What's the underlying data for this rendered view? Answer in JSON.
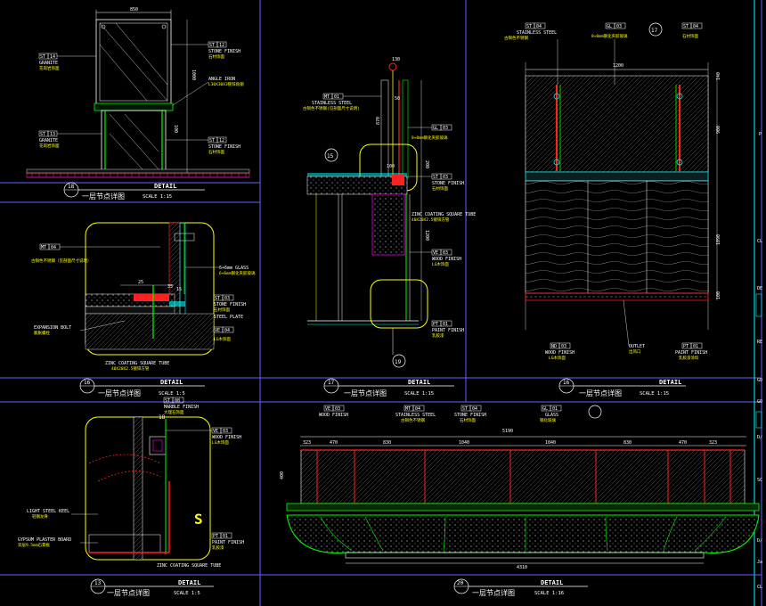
{
  "panels": {
    "p1": {
      "number": "18",
      "detail": "DETAIL",
      "title": "一层节点详图",
      "scale": "SCALE 1:15"
    },
    "p2": {
      "number": "16",
      "detail": "DETAIL",
      "title": "一层节点详图",
      "scale": "SCALE 1:5"
    },
    "p3": {
      "number": "17",
      "detail": "DETAIL",
      "title": "一层节点详图",
      "scale": "SCALE 1:15"
    },
    "p4": {
      "number": "16",
      "detail": "DETAIL",
      "title": "一层节点详图",
      "scale": "SCALE 1:15"
    },
    "p5": {
      "number": "13",
      "detail": "DETAIL",
      "title": "一层节点详图",
      "scale": "SCALE 1:5"
    },
    "p6": {
      "number": "20",
      "detail": "DETAIL",
      "title": "一层节点详图",
      "scale": "SCALE 1:16"
    }
  },
  "tags": {
    "st14": {
      "code": "ST",
      "num": "14",
      "en": "GRANITE",
      "cn": "花岗岩饰面"
    },
    "st12a": {
      "code": "ST",
      "num": "12",
      "en": "STONE FINISH",
      "cn": "石材饰面"
    },
    "st13": {
      "code": "ST",
      "num": "13",
      "en": "GRANITE",
      "cn": "花岗岩饰面"
    },
    "st12b": {
      "code": "ST",
      "num": "12",
      "en": "STONE FINISH",
      "cn": "石材饰面"
    },
    "mt04a": {
      "code": "MT",
      "num": "04",
      "en": "",
      "cn": "古铜色不锈钢（见剖面尺寸说明）"
    },
    "st03a": {
      "code": "ST",
      "num": "03",
      "en": "STONE FINISH",
      "cn": "石材饰面"
    },
    "ve04a": {
      "code": "VE",
      "num": "04",
      "en": "",
      "cn": "LG木饰面"
    },
    "mt01": {
      "code": "MT",
      "num": "01",
      "en": "STAINLESS STEEL",
      "cn": "古铜色不锈钢(见剖面尺寸说明)"
    },
    "gl03a": {
      "code": "GL",
      "num": "03",
      "en": "",
      "cn": "8+8mm钢化夹胶玻璃"
    },
    "st03b": {
      "code": "ST",
      "num": "03",
      "en": "STONE FINISH",
      "cn": "石材饰面"
    },
    "ve03": {
      "code": "VE",
      "num": "03",
      "en": "WOOD FINISH",
      "cn": "LG木饰面"
    },
    "pt01a": {
      "code": "PT",
      "num": "01",
      "en": "PAINT FINISH",
      "cn": "乳胶漆"
    },
    "st04a": {
      "code": "ST",
      "num": "04",
      "en": "STAINLESS STEEL",
      "cn": "古铜色不锈钢"
    },
    "gl03b": {
      "code": "GL",
      "num": "03",
      "en": "",
      "cn": "8+8mm钢化夹胶玻璃"
    },
    "st04b": {
      "code": "ST",
      "num": "04",
      "en": "",
      "cn": "石材饰面"
    },
    "nd03": {
      "code": "ND",
      "num": "03",
      "en": "WOOD FINISH",
      "cn": "LG木饰面"
    },
    "pt01b": {
      "code": "PT",
      "num": "01",
      "en": "PAINT FINISH",
      "cn": "乳胶漆涂料"
    },
    "st08": {
      "code": "ST",
      "num": "08",
      "en": "MARBLE FINISH",
      "cn": "大理石饰面"
    },
    "ve03b": {
      "code": "VE",
      "num": "03",
      "en": "WOOD FINISH",
      "cn": "LG木饰面"
    },
    "pt01c": {
      "code": "PT",
      "num": "01",
      "en": "PAINT FINISH",
      "cn": "乳胶漆"
    },
    "ve03c": {
      "code": "VE",
      "num": "03",
      "en": "WOOD FINISH",
      "cn": ""
    },
    "mt04b": {
      "code": "MT",
      "num": "04",
      "en": "STAINLESS STEEL",
      "cn": "古铜色不锈钢"
    },
    "st04c": {
      "code": "ST",
      "num": "04",
      "en": "STONE FINISH",
      "cn": "石材饰面"
    },
    "gl01": {
      "code": "GL",
      "num": "01",
      "en": "GLASS",
      "cn": "钢化玻璃"
    }
  },
  "notes": {
    "angle_iron": "ANGLE IRON",
    "angle_iron_cn": "L30X30X3镀锌角钢",
    "glass_note": "6+6mm GLASS",
    "glass_note_cn": "6+6mm钢化夹胶玻璃",
    "steel_plate": "STEEL PLATE",
    "expansion": "EXPANSION BOLT",
    "expansion_cn": "膨胀螺栓",
    "zinc_tube": "ZINC COATING SQUARE TUBE",
    "zinc_tube_cn": "40X20X2.5镀锌方管",
    "zinc_tube2": "ZINC COATING SQUARE TUBE",
    "zinc_tube2_cn": "40X20X2.5镀锌方管",
    "zinc_tube3": "ZINC COATING SQUARE TUBE",
    "outlet": "OUTLET",
    "outlet_cn": "出风口",
    "light_keel": "LIGHT STEEL KEEL",
    "light_keel_cn": "轻钢龙骨",
    "gypsum": "GYPSUM PLASTER BOARD",
    "gypsum_cn": "双层9.5mm石膏板"
  },
  "dims": {
    "p1_top": "850",
    "p1_d1": "1000",
    "p1_d2": "100",
    "p2_d1": "25",
    "p2_d2": "35",
    "p2_d3": "15",
    "p3_top": "130",
    "p3_d1": "50",
    "p3_d2": "870",
    "p3_d3": "1200",
    "p3_d4": "200",
    "p3_d5": "100",
    "p4_top": "1200",
    "p4_d1": "140",
    "p4_d2": "900",
    "p4_d3": "1090",
    "p4_d4": "100",
    "p6_total": "5190",
    "p6_segs": [
      "323",
      "470",
      "830",
      "1040",
      "1040",
      "830",
      "470",
      "323"
    ],
    "p6_h": "400",
    "p6_bottom": "4310"
  },
  "section_marks": {
    "a": "15",
    "b": "17",
    "c": "19",
    "d": "18"
  },
  "right_strip": [
    "P",
    "CL",
    "DE",
    "RE",
    "GO",
    "GO",
    "D/",
    "SC",
    "D/",
    "Ja",
    "CL"
  ],
  "colors": {
    "bg": "#000000",
    "yellow": "#ffff00",
    "white": "#ffffff",
    "cyan": "#00ffff",
    "green": "#00ff00",
    "red": "#ff2020",
    "magenta": "#ff00ff",
    "blue": "#6464ff"
  }
}
